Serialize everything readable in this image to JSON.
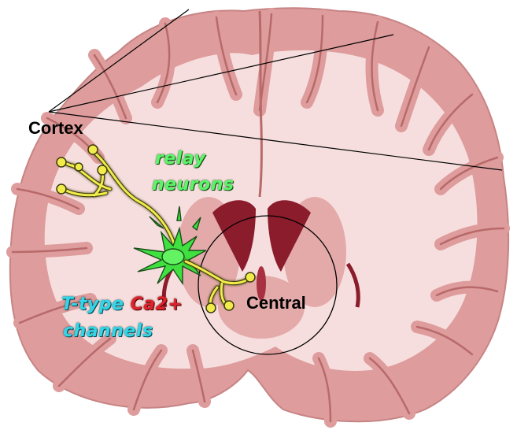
{
  "labels": {
    "cortex": "Cortex",
    "central": "Central",
    "relay_line1": "relay",
    "relay_line2": "neurons",
    "ttype_prefix": "T-type",
    "ttype_ion": "Ca2+",
    "ttype_line2": "channels"
  },
  "colors": {
    "tissue_white": "#f7dede",
    "tissue_gray": "#de9c9c",
    "tissue_dark": "#c27878",
    "ventricle": "#8a1c2c",
    "neuron_yellow": "#f2ec4a",
    "neuron_green": "#3fe03f",
    "text_green": "#5cf56a",
    "text_cyan": "#32d6e6",
    "text_red": "#e0222a",
    "text_black": "#000000"
  },
  "icons": {
    "brain": "brain-coronal-section-icon",
    "relay_neuron": "relay-neuron-icon",
    "cortical_neuron": "cortical-neuron-icon",
    "thalamic_neuron": "thalamic-neuron-icon"
  }
}
